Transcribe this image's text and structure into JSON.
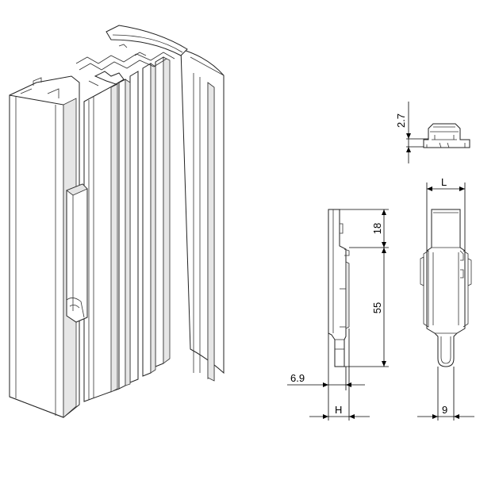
{
  "dimensions": {
    "clip_height": "2.7",
    "length": "L",
    "top_offset": "18",
    "span": "55",
    "offset_left": "6.9",
    "height": "H",
    "width_bottom": "9"
  }
}
